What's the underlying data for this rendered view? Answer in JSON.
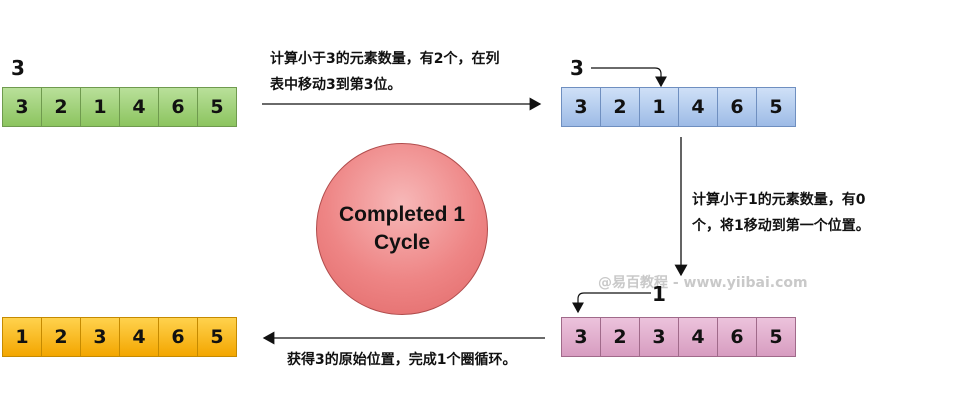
{
  "arrays": [
    {
      "id": "start",
      "values": [
        "3",
        "2",
        "1",
        "4",
        "6",
        "5"
      ]
    },
    {
      "id": "step1",
      "values": [
        "3",
        "2",
        "1",
        "4",
        "6",
        "5"
      ]
    },
    {
      "id": "step2",
      "values": [
        "3",
        "2",
        "3",
        "4",
        "6",
        "5"
      ]
    },
    {
      "id": "final",
      "values": [
        "1",
        "2",
        "3",
        "4",
        "6",
        "5"
      ]
    }
  ],
  "labels": {
    "start_item": "3",
    "step1_item": "3",
    "step2_item": "1"
  },
  "notes": {
    "top_line1": "计算小于3的元素数量，有2个，在列",
    "top_line2": "表中移动3到第3位。",
    "right_line1": "计算小于1的元素数量，有0",
    "right_line2": "个，将1移动到第一个位置。",
    "bottom": "获得3的原始位置，完成1个圈循环。"
  },
  "center": {
    "line1": "Completed 1",
    "line2": "Cycle"
  },
  "watermark": "@易百教程 - www.yiibai.com",
  "colors": {
    "start": "#8cc45f",
    "step1": "#9dbbe6",
    "step2": "#d79cc0",
    "final": "#f3a600",
    "circle": "#ee8585"
  }
}
